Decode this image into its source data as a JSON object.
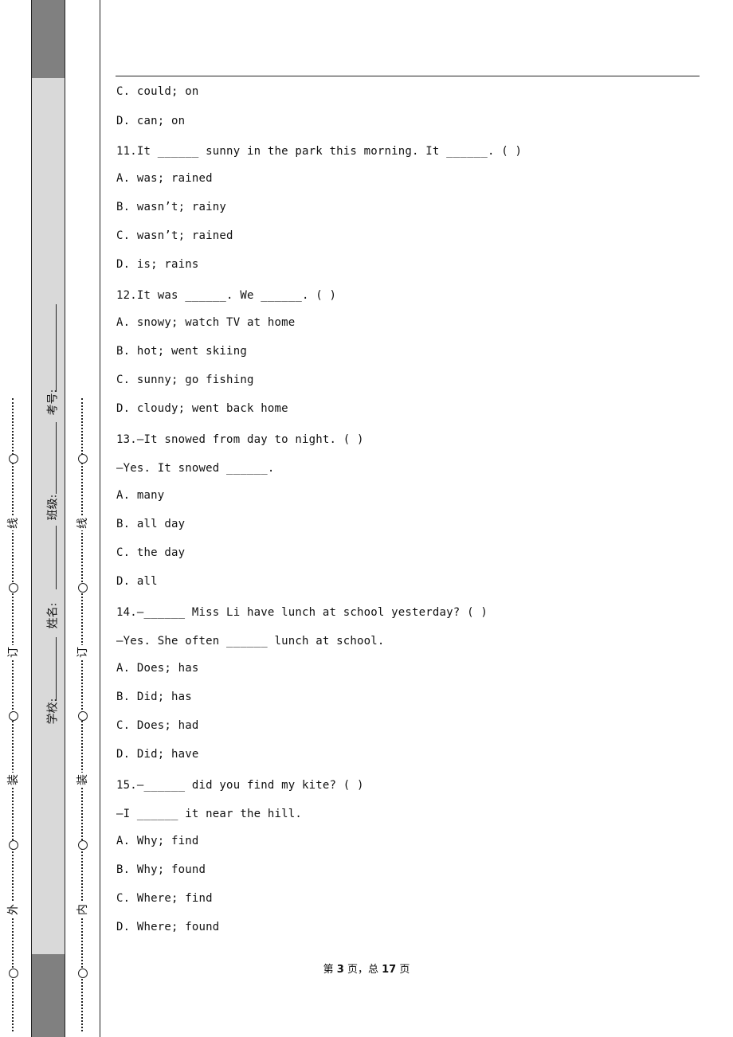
{
  "binding": {
    "outer_chars": [
      "外",
      "装",
      "订",
      "线"
    ],
    "inner_chars": [
      "内",
      "装",
      "订",
      "线"
    ],
    "student_fields": {
      "school": "学校:",
      "name": "姓名:",
      "class": "班级:",
      "exam_no": "考号:"
    }
  },
  "lines": [
    "C. could; on",
    "D. can; on",
    "11.It ______ sunny in the park this morning. It ______. ( )",
    "A. was; rained",
    "B. wasn’t; rainy",
    "C. wasn’t; rained",
    "D. is; rains",
    "12.It was ______. We ______. ( )",
    "A. snowy; watch TV at home",
    "B. hot; went skiing",
    "C. sunny; go fishing",
    "D. cloudy; went back home",
    "13.—It snowed from day to night. ( )",
    "—Yes. It snowed ______.",
    "A. many",
    "B. all day",
    "C. the day",
    "D. all",
    "14.—______ Miss Li have lunch at school yesterday? ( )",
    "—Yes. She often ______ lunch at school.",
    "A. Does; has",
    "B. Did; has",
    "C. Does; had",
    "D. Did; have",
    "15.—______ did you find my kite? ( )",
    "—I ______ it near the hill.",
    "A. Why; find",
    "B. Why; found",
    "C. Where; find",
    "D. Where; found"
  ],
  "footer": {
    "prefix": "第",
    "page": "3",
    "mid": "页，总",
    "total": "17",
    "suffix": "页"
  }
}
